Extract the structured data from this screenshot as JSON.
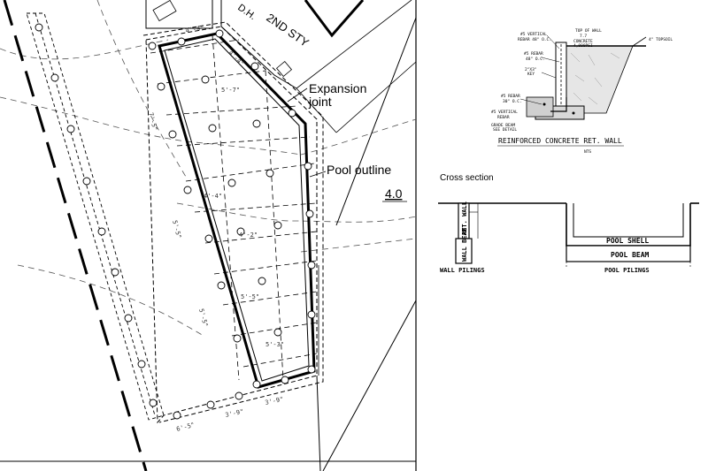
{
  "site_plan": {
    "label_expansion_1": "Expansion",
    "label_expansion_2": "joint",
    "label_pool_outline": "Pool outline",
    "label_elevation": "4.0",
    "label_building": "2ND STY",
    "label_building_2": "D.H.",
    "dim_top_1": "4'-4\"",
    "dim_top_2": "4'-4\"",
    "dim_left_1": "7'-5\"",
    "dim_left_2": "5'-5\"",
    "dim_left_3": "5'-5\"",
    "dim_bottom_1": "6'-5\"",
    "dim_bottom_2": "3'-9\"",
    "dim_bottom_3": "3'-9\"",
    "dim_inner_1": "5'-7\"",
    "dim_inner_2": "4'-2\"",
    "dim_inner_3": "5'-5\"",
    "dim_inner_4": "4'-4\"",
    "dim_inner_5": "5'-3\""
  },
  "wall_detail": {
    "title": "REINFORCED CONCRETE RET. WALL",
    "scale": "NTS",
    "note_top_of_wall": "TOP OF WALL",
    "note_top_of_wall_elev": "7.7",
    "note_concrete": "CONCRETE",
    "note_concrete_2": "4,000PSI",
    "note_vert_rebar": "#5 VERTICAL",
    "note_vert_rebar_2": "REBAR 48\" O.C.",
    "note_rebar_oc": "#5 REBAR",
    "note_rebar_oc_2": "48\" O.C.",
    "note_topsoil": "4\" TOPSOIL",
    "note_key": "2\"X3\"",
    "note_key_2": "KEY",
    "note_rebar_30": "#5 REBAR",
    "note_rebar_30_2": "30\" O.C.",
    "note_vert_rebar_b": "#5 VERTICAL",
    "note_vert_rebar_b_2": "REBAR",
    "note_grade_beam": "GRADE BEAM",
    "note_grade_beam_2": "SEE DETAIL"
  },
  "cross_section": {
    "title": "Cross section",
    "ret_wall": "RET. WALL",
    "wall_beam": "WALL BEAM",
    "wall_pilings": "WALL PILINGS",
    "pool_shell": "POOL SHELL",
    "pool_beam": "POOL BEAM",
    "pool_pilings": "POOL PILINGS"
  }
}
